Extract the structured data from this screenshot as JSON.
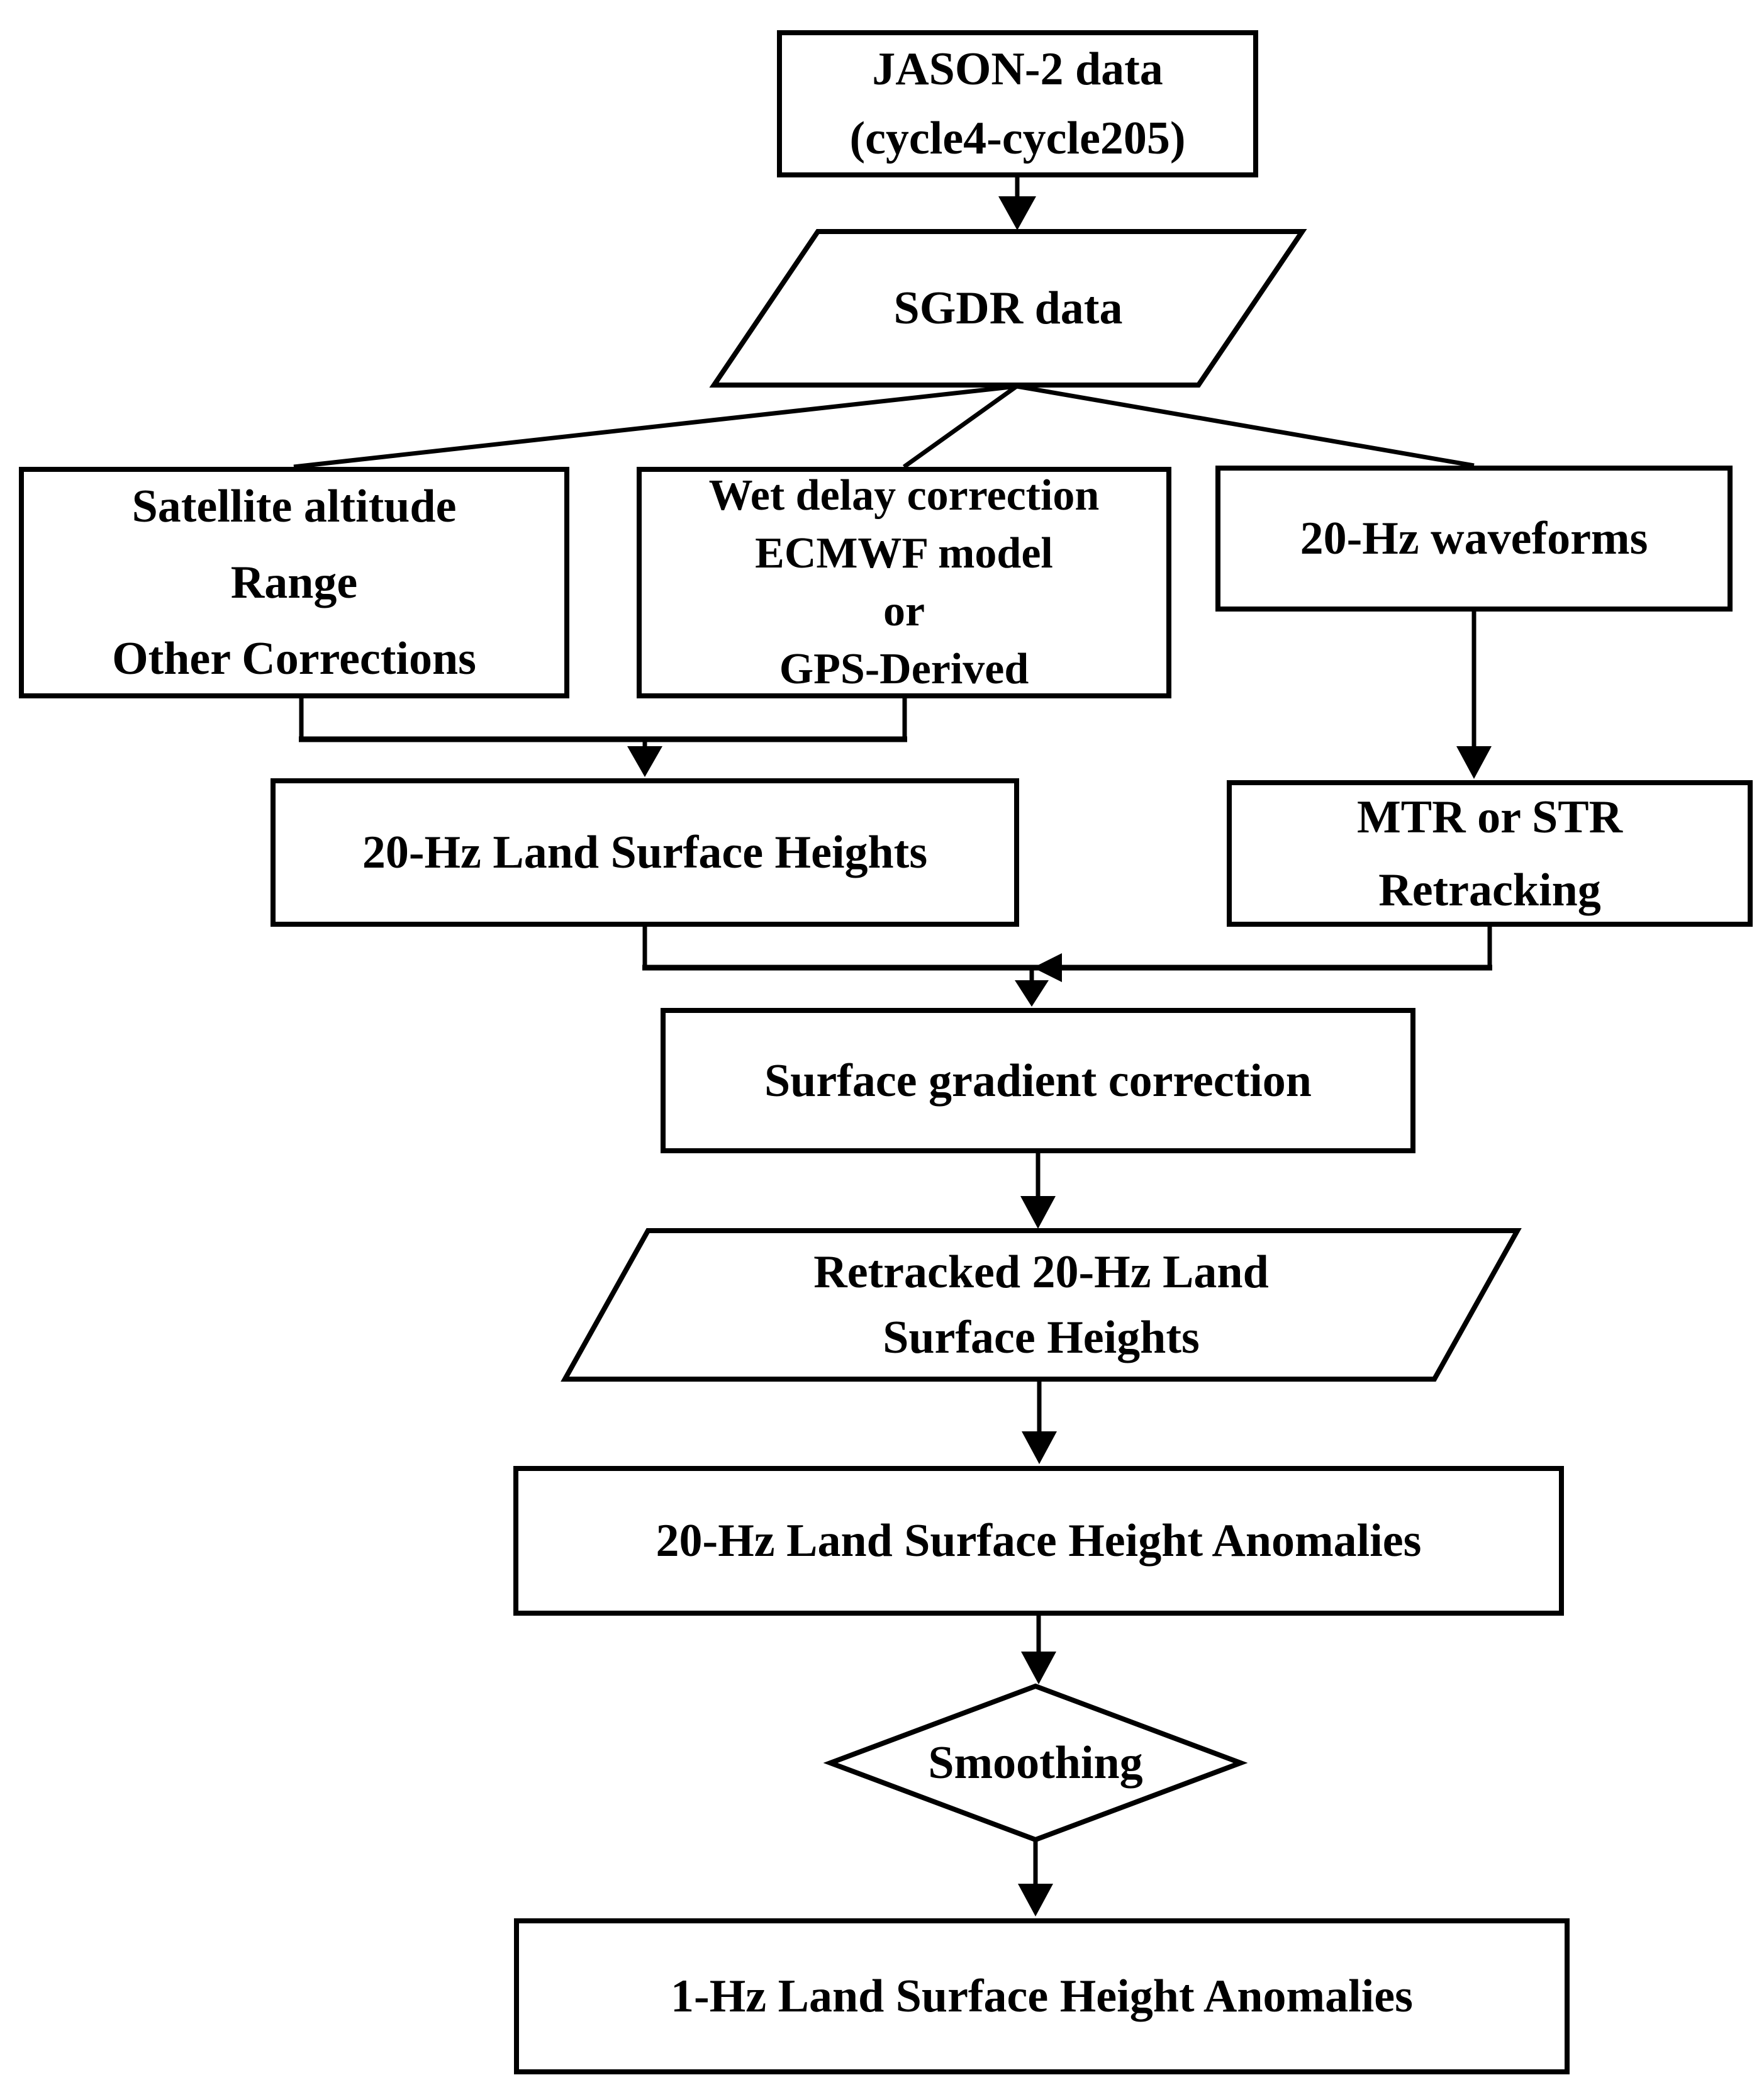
{
  "diagram": {
    "kind": "flowchart",
    "colors": {
      "ink": "#000000",
      "background": "#ffffff",
      "node_fill": "#ffffff"
    },
    "nodes": {
      "jason": {
        "shape": "rectangle",
        "lines": [
          "JASON-2 data",
          "(cycle4-cycle205)"
        ]
      },
      "sgdr": {
        "shape": "parallelogram",
        "label": "SGDR data"
      },
      "satellite": {
        "shape": "rectangle",
        "lines": [
          "Satellite altitude",
          "Range",
          "Other Corrections"
        ]
      },
      "wetdelay": {
        "shape": "rectangle",
        "lines": [
          "Wet delay correction",
          "ECMWF model",
          "or",
          "GPS-Derived"
        ]
      },
      "waveforms": {
        "shape": "rectangle",
        "label": "20-Hz waveforms"
      },
      "heights": {
        "shape": "rectangle",
        "label": "20-Hz Land Surface Heights"
      },
      "mtr": {
        "shape": "rectangle",
        "lines": [
          "MTR or STR",
          "Retracking"
        ]
      },
      "gradient": {
        "shape": "rectangle",
        "label": "Surface gradient correction"
      },
      "retracked": {
        "shape": "parallelogram",
        "lines": [
          "Retracked 20-Hz Land",
          "Surface Heights"
        ]
      },
      "anomalies20": {
        "shape": "rectangle",
        "label": "20-Hz Land Surface Height Anomalies"
      },
      "smoothing": {
        "shape": "diamond",
        "label": "Smoothing"
      },
      "anomalies1": {
        "shape": "rectangle",
        "label": "1-Hz Land Surface Height Anomalies"
      }
    },
    "edges": [
      {
        "from": "jason",
        "to": "sgdr",
        "arrowhead": true
      },
      {
        "from": "sgdr",
        "to": "satellite",
        "arrowhead": false
      },
      {
        "from": "sgdr",
        "to": "wetdelay",
        "arrowhead": false
      },
      {
        "from": "sgdr",
        "to": "waveforms",
        "arrowhead": false
      },
      {
        "from": "satellite",
        "to": "heights",
        "arrowhead": true,
        "note": "merges with wetdelay output"
      },
      {
        "from": "wetdelay",
        "to": "heights",
        "arrowhead": true,
        "note": "merges with satellite output"
      },
      {
        "from": "waveforms",
        "to": "mtr",
        "arrowhead": true
      },
      {
        "from": "heights",
        "to": "gradient",
        "arrowhead": true,
        "note": "merges with mtr output"
      },
      {
        "from": "mtr",
        "to": "gradient",
        "arrowhead": true,
        "note": "left-pointing arrow on merge line"
      },
      {
        "from": "gradient",
        "to": "retracked",
        "arrowhead": true
      },
      {
        "from": "retracked",
        "to": "anomalies20",
        "arrowhead": true
      },
      {
        "from": "anomalies20",
        "to": "smoothing",
        "arrowhead": true
      },
      {
        "from": "smoothing",
        "to": "anomalies1",
        "arrowhead": true
      }
    ]
  }
}
